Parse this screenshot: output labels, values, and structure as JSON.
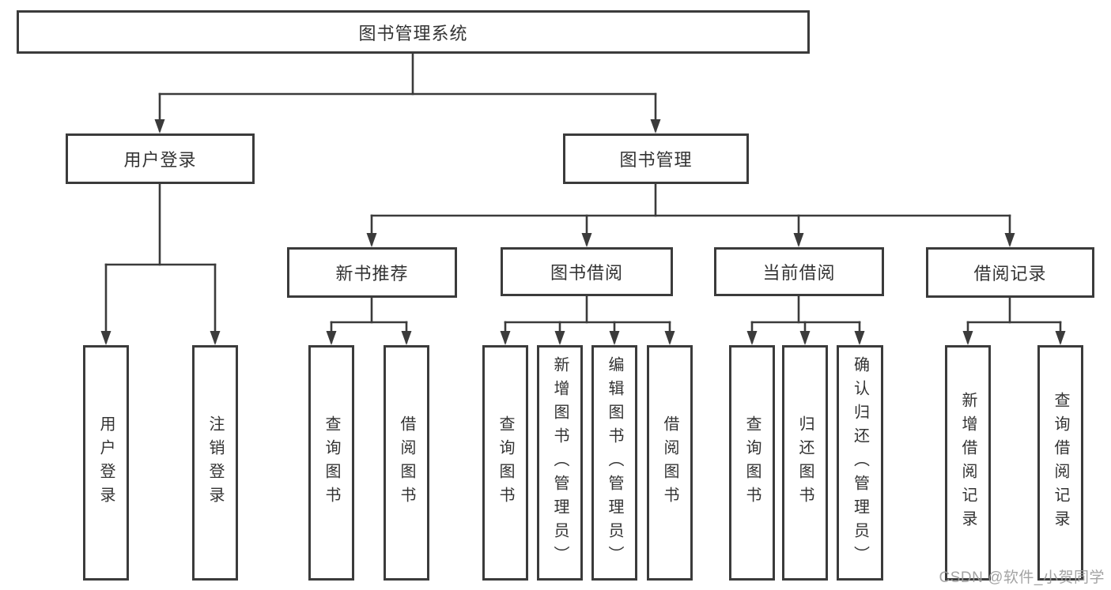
{
  "diagram": {
    "type": "hierarchy-tree",
    "colors": {
      "line": "#3b3b3b",
      "text": "#333333",
      "watermark": "#9c9c9c",
      "background": "#ffffff"
    },
    "tree": {
      "label": "图书管理系统",
      "children": [
        {
          "label": "用户登录",
          "children": [
            {
              "label": "用户登录"
            },
            {
              "label": "注销登录"
            }
          ]
        },
        {
          "label": "图书管理",
          "children": [
            {
              "label": "新书推荐",
              "children": [
                {
                  "label": "查询图书"
                },
                {
                  "label": "借阅图书"
                }
              ]
            },
            {
              "label": "图书借阅",
              "children": [
                {
                  "label": "查询图书"
                },
                {
                  "label": "新增图书（管理员）"
                },
                {
                  "label": "编辑图书（管理员）"
                },
                {
                  "label": "借阅图书"
                }
              ]
            },
            {
              "label": "当前借阅",
              "children": [
                {
                  "label": "查询图书"
                },
                {
                  "label": "归还图书"
                },
                {
                  "label": "确认归还（管理员）"
                }
              ]
            },
            {
              "label": "借阅记录",
              "children": [
                {
                  "label": "新增借阅记录"
                },
                {
                  "label": "查询借阅记录"
                }
              ]
            }
          ]
        }
      ]
    },
    "watermark": "CSDN @软件_小贺同学"
  }
}
